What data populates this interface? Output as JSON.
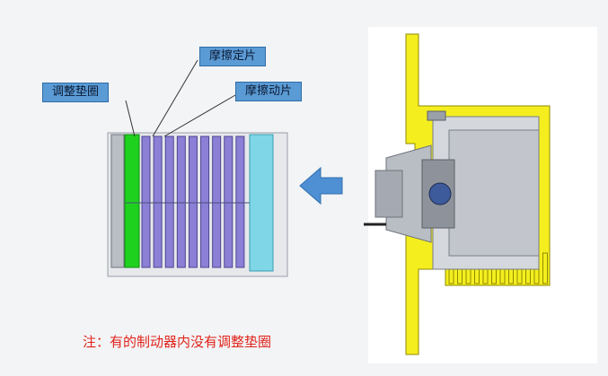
{
  "labels": {
    "adjusting_shim": "调整垫圈",
    "fixed_friction_plate": "摩擦定片",
    "moving_friction_plate": "摩擦动片"
  },
  "note": "注：有的制动器内没有调整垫圈",
  "colors": {
    "label_bg": "#5b9bd5",
    "shim_green": "#1fd11f",
    "plate_purple": "#8b7fd6",
    "housing_yellow": "#f4ee1f",
    "cyan_end": "#7fd6e6",
    "arrow_blue": "#4f8fd3",
    "note_red": "#e0241b"
  },
  "friction_plate_count": 9
}
